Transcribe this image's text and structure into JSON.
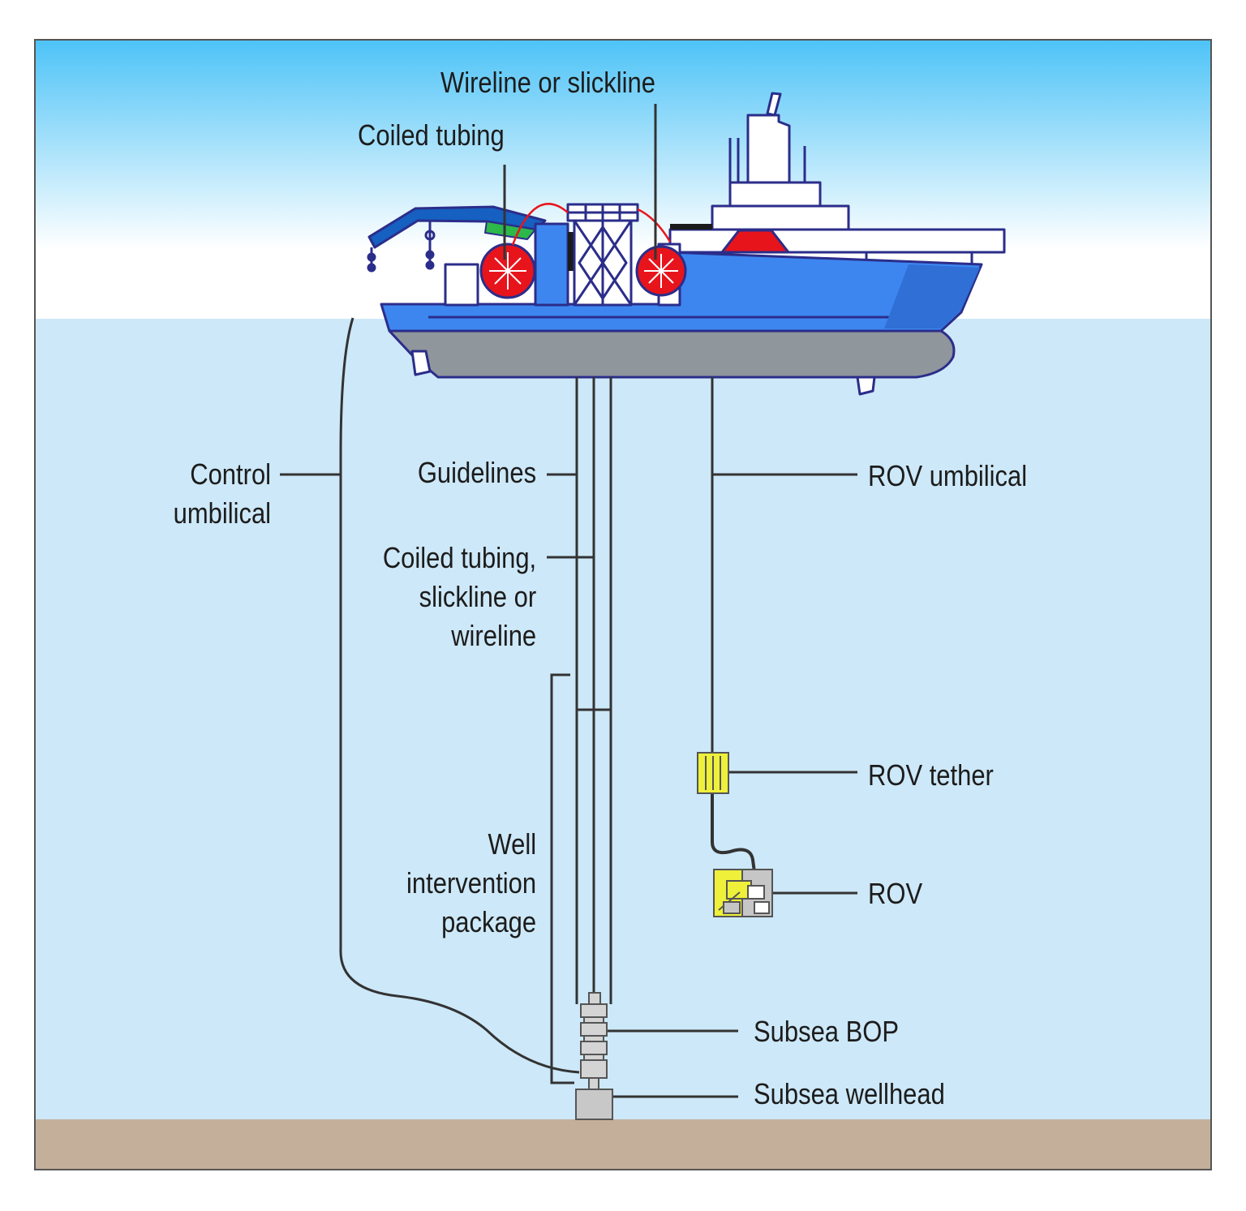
{
  "labels": {
    "wireline_or_slickline": "Wireline or slickline",
    "coiled_tubing_top": "Coiled tubing",
    "control_umbilical": [
      "Control",
      "umbilical"
    ],
    "guidelines": "Guidelines",
    "coiled_tubing_line": [
      "Coiled tubing,",
      "slickline or",
      "wireline"
    ],
    "rov_umbilical": "ROV umbilical",
    "rov_tether": "ROV tether",
    "rov": "ROV",
    "well_intervention_package": [
      "Well",
      "intervention",
      "package"
    ],
    "subsea_bop": "Subsea BOP",
    "subsea_wellhead": "Subsea wellhead"
  },
  "colors": {
    "sky_top": "#4dc3f7",
    "sky_bottom": "#ffffff",
    "sea": "#cde8f8",
    "seabed": "#c4b09a",
    "hull_blue": "#3d86f0",
    "hull_grey": "#8f969c",
    "outline": "#2b2d8a",
    "reel_red": "#e8141c",
    "crane_blue": "#1560c0",
    "rov_yellow": "#eef03a",
    "line": "#333333"
  }
}
